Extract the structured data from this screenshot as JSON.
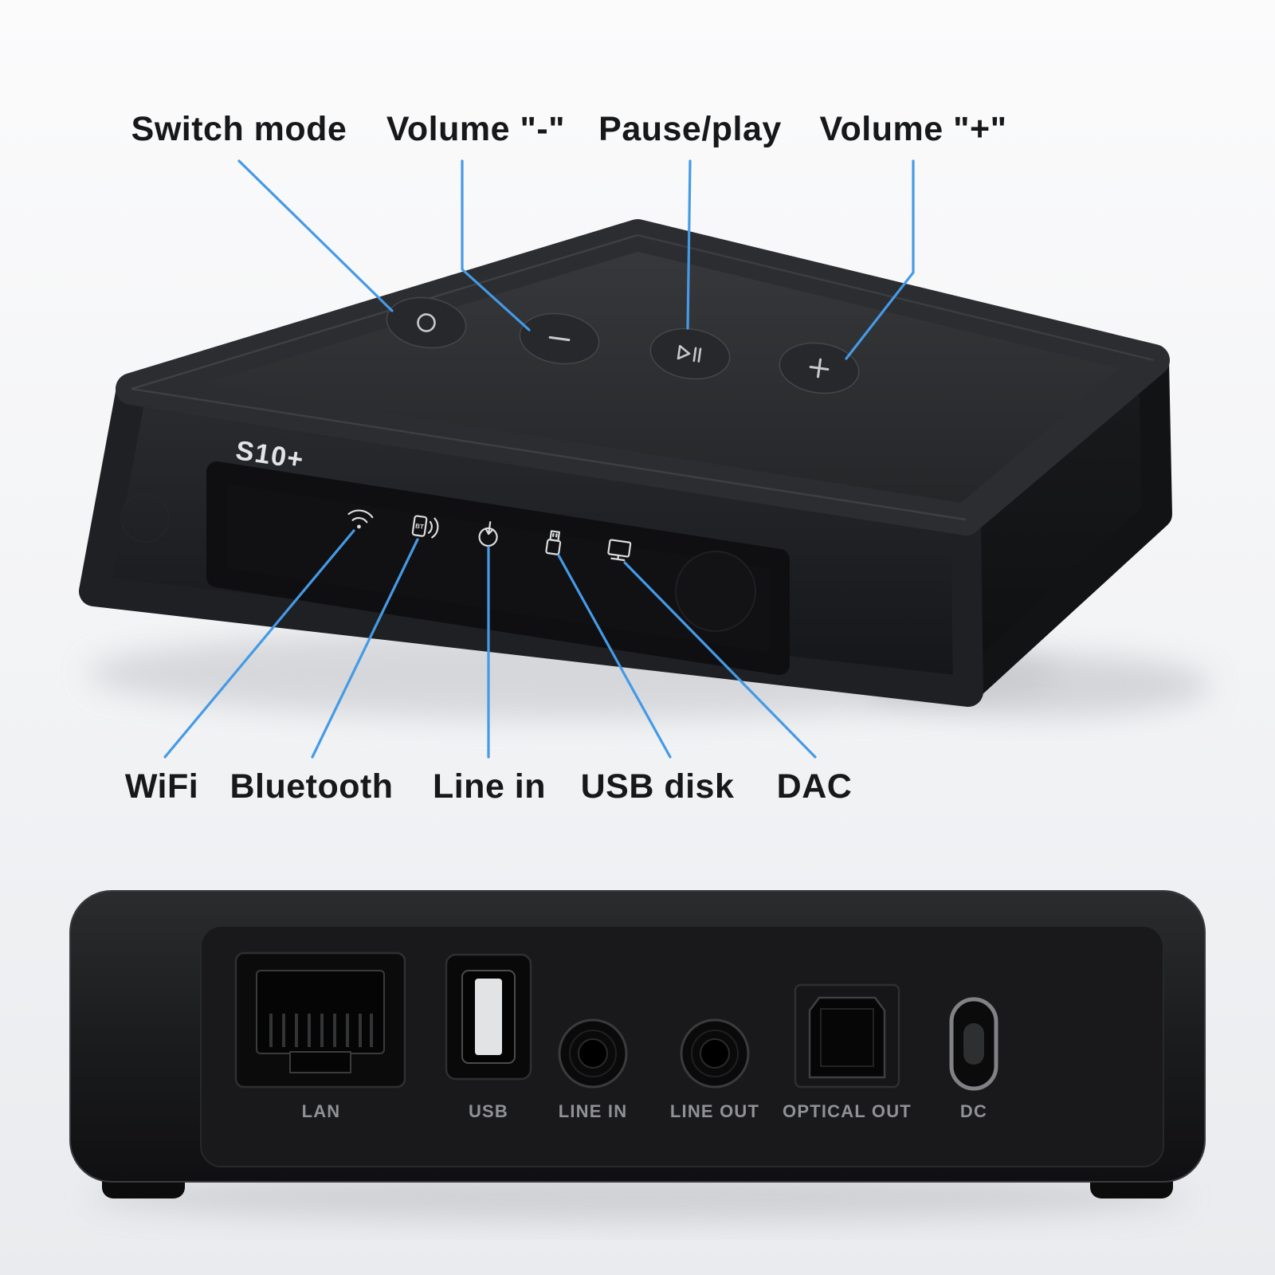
{
  "product": {
    "model": "S10+"
  },
  "top_annotations": [
    {
      "id": "switch-mode",
      "label": "Switch mode"
    },
    {
      "id": "volume-minus",
      "label": "Volume \"-\""
    },
    {
      "id": "pause-play",
      "label": "Pause/play"
    },
    {
      "id": "volume-plus",
      "label": "Volume \"+\""
    }
  ],
  "front_annotations": [
    {
      "id": "wifi",
      "label": "WiFi"
    },
    {
      "id": "bluetooth",
      "label": "Bluetooth"
    },
    {
      "id": "line-in",
      "label": "Line in"
    },
    {
      "id": "usb-disk",
      "label": "USB disk"
    },
    {
      "id": "dac",
      "label": "DAC"
    }
  ],
  "icons": {
    "bluetooth_badge": "BT"
  },
  "rear_ports": [
    {
      "id": "lan",
      "label": "LAN"
    },
    {
      "id": "usb",
      "label": "USB"
    },
    {
      "id": "line-in",
      "label": "LINE IN"
    },
    {
      "id": "line-out",
      "label": "LINE OUT"
    },
    {
      "id": "optical-out",
      "label": "OPTICAL OUT"
    },
    {
      "id": "dc",
      "label": "DC"
    }
  ],
  "colors": {
    "annotation_line": "#459ae6",
    "label_text": "#17181a",
    "port_label_text": "#8f9194",
    "device_body": "#1b1c1e",
    "background": "#f1f2f4"
  }
}
